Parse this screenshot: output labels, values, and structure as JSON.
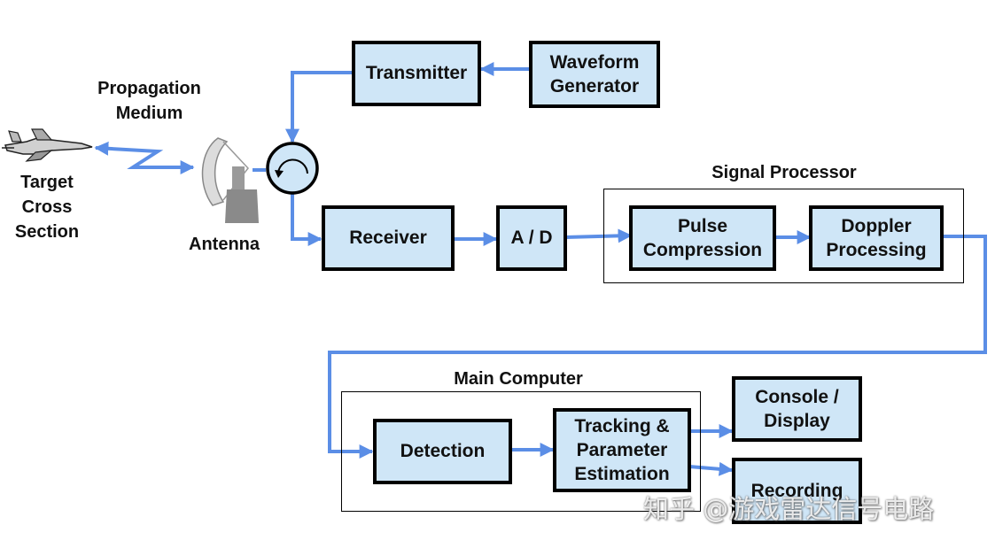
{
  "blocks": {
    "transmitter": "Transmitter",
    "waveform_generator": "Waveform\nGenerator",
    "receiver": "Receiver",
    "adc": "A / D",
    "pulse_compression": "Pulse\nCompression",
    "doppler_processing": "Doppler\nProcessing",
    "detection": "Detection",
    "tracking": "Tracking &\nParameter\nEstimation",
    "console": "Console /\nDisplay",
    "recording": "Recording"
  },
  "groups": {
    "signal_processor": "Signal Processor",
    "main_computer": "Main Computer"
  },
  "labels": {
    "propagation": "Propagation\nMedium",
    "target": "Target\nCross\nSection",
    "antenna": "Antenna"
  },
  "watermark": "知乎 @游戏雷达信号电路",
  "colors": {
    "block_fill": "#cfe6f7",
    "wire": "#5b8ee6",
    "border": "#000000"
  }
}
